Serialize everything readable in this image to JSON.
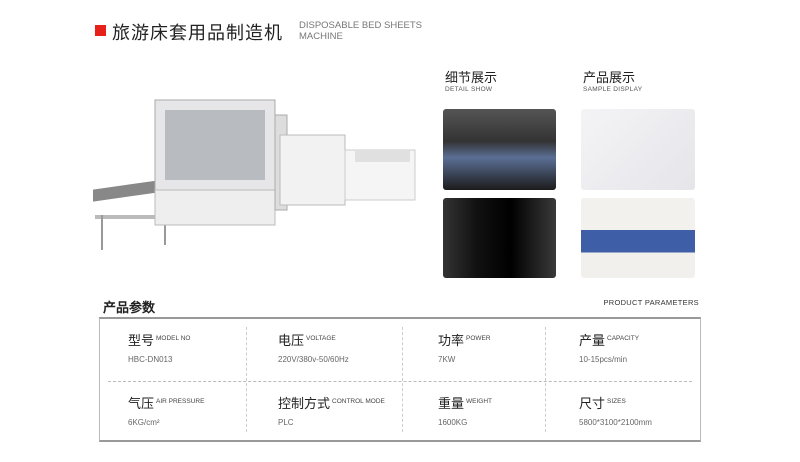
{
  "header": {
    "title_cn": "旅游床套用品制造机",
    "title_en": "DISPOSABLE BED SHEETS MACHINE",
    "accent": "#e6211a"
  },
  "detail": {
    "title_cn": "细节展示",
    "title_en": "DETAIL SHOW"
  },
  "sample": {
    "title_cn": "产品展示",
    "title_en": "SAMPLE DISPLAY"
  },
  "params": {
    "title_cn": "产品参数",
    "title_en": "PRODUCT PARAMETERS",
    "items": [
      {
        "cn": "型号",
        "en": "MODEL NO",
        "value": "HBC-DN013"
      },
      {
        "cn": "电压",
        "en": "VOLTAGE",
        "value": "220V/380v-50/60Hz"
      },
      {
        "cn": "功率",
        "en": "POWER",
        "value": "7KW"
      },
      {
        "cn": "产量",
        "en": "CAPACITY",
        "value": "10-15pcs/min"
      },
      {
        "cn": "气压",
        "en": "AIR PRESSURE",
        "value": "6KG/cm²"
      },
      {
        "cn": "控制方式",
        "en": "CONTROL MODE",
        "value": "PLC"
      },
      {
        "cn": "重量",
        "en": "WEIGHT",
        "value": "1600KG"
      },
      {
        "cn": "尺寸",
        "en": "SIZES",
        "value": "5800*3100*2100mm"
      }
    ]
  }
}
